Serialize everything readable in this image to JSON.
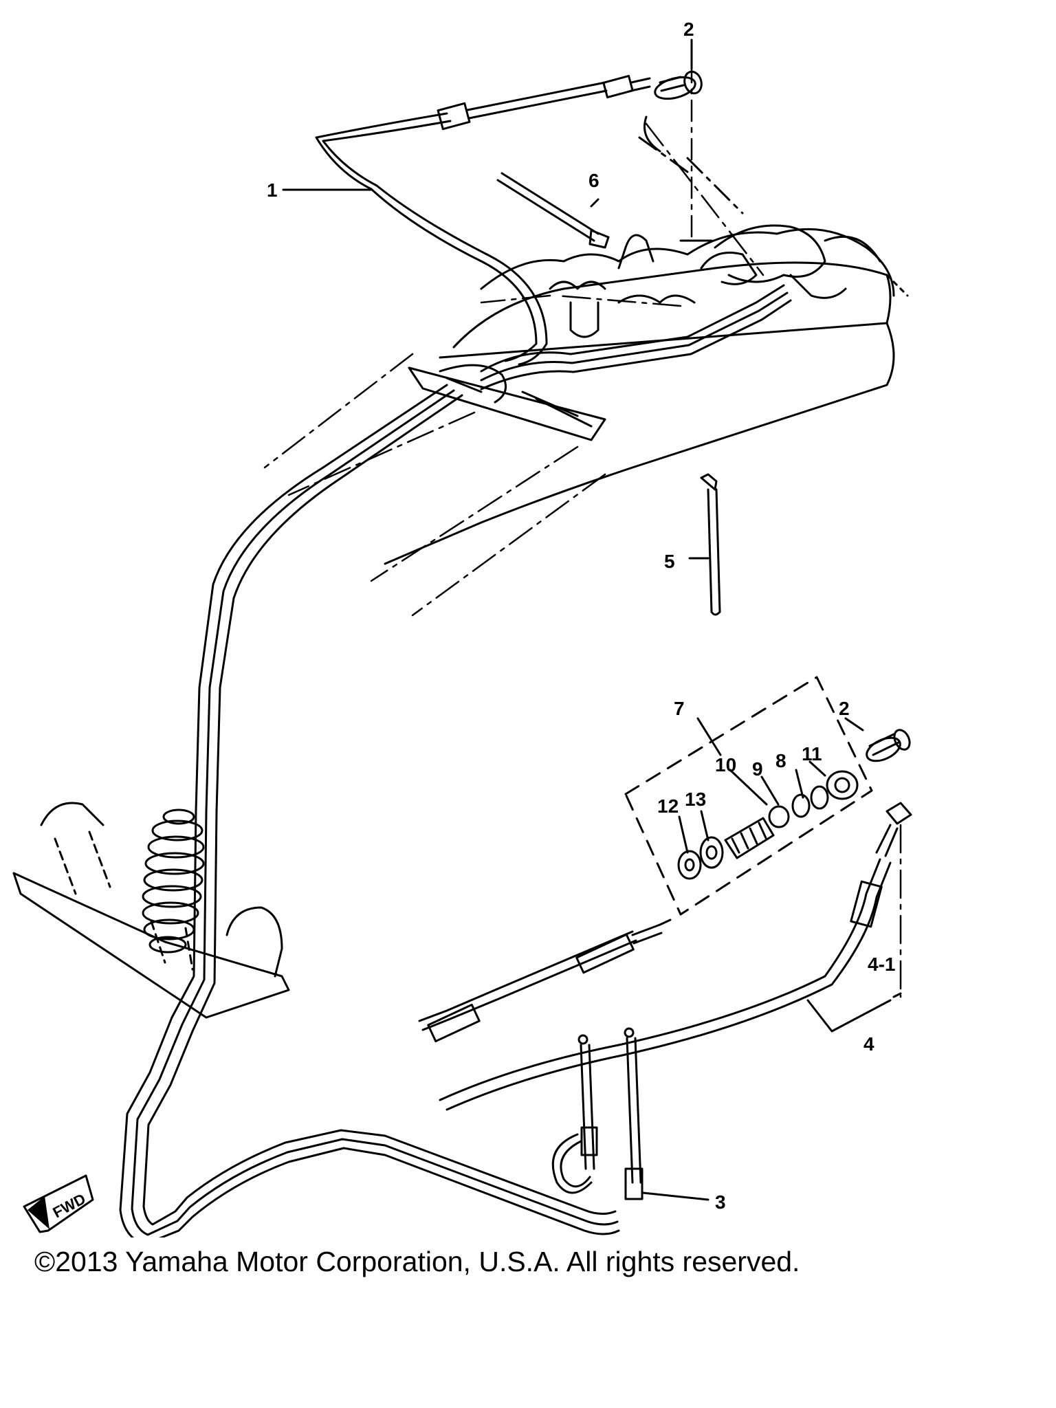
{
  "diagram": {
    "callouts": {
      "c1": "1",
      "c2_top": "2",
      "c2_right": "2",
      "c3": "3",
      "c4": "4",
      "c4_1": "4-1",
      "c5": "5",
      "c6": "6",
      "c7": "7",
      "c8": "8",
      "c9": "9",
      "c10": "10",
      "c11": "11",
      "c12": "12",
      "c13": "13"
    },
    "direction_arrow": "FWD"
  },
  "footer": {
    "copyright": "©2013 Yamaha Motor Corporation, U.S.A. All rights reserved."
  }
}
